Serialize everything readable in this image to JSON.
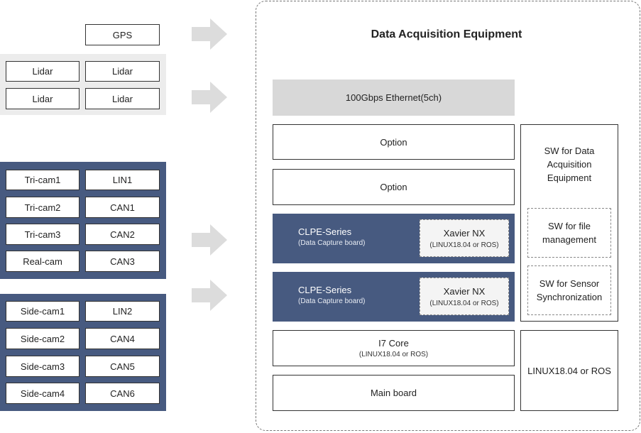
{
  "sensors": {
    "gps": "GPS",
    "lidar": [
      "Lidar",
      "Lidar",
      "Lidar",
      "Lidar"
    ],
    "front_group": {
      "cams": [
        "Tri-cam1",
        "Tri-cam2",
        "Tri-cam3",
        "Real-cam"
      ],
      "buses": [
        "LIN1",
        "CAN1",
        "CAN2",
        "CAN3"
      ]
    },
    "side_group": {
      "cams": [
        "Side-cam1",
        "Side-cam2",
        "Side-cam3",
        "Side-cam4"
      ],
      "buses": [
        "LIN2",
        "CAN4",
        "CAN5",
        "CAN6"
      ]
    }
  },
  "equipment": {
    "title": "Data Acquisition Equipment",
    "ethernet": "100Gbps Ethernet(5ch)",
    "options": [
      "Option",
      "Option"
    ],
    "clpe": [
      {
        "label": "CLPE-Series",
        "sub": "(Data Capture board)",
        "module": "Xavier NX",
        "module_sub": "(LINUX18.04 or ROS)"
      },
      {
        "label": "CLPE-Series",
        "sub": "(Data Capture board)",
        "module": "Xavier NX",
        "module_sub": "(LINUX18.04 or ROS)"
      }
    ],
    "core": {
      "label": "I7 Core",
      "sub": "(LINUX18.04 or ROS)"
    },
    "mainboard": "Main board",
    "software": {
      "title": "SW for Data Acquisition Equipment",
      "file_mgmt": "SW for file management",
      "sync": "SW for Sensor Synchronization",
      "os": "LINUX18.04 or ROS"
    }
  },
  "colors": {
    "panel_navy": "#475a80",
    "panel_gray": "#ececec",
    "ethernet": "#d8d8d8",
    "arrow": "#dcdcdc"
  }
}
